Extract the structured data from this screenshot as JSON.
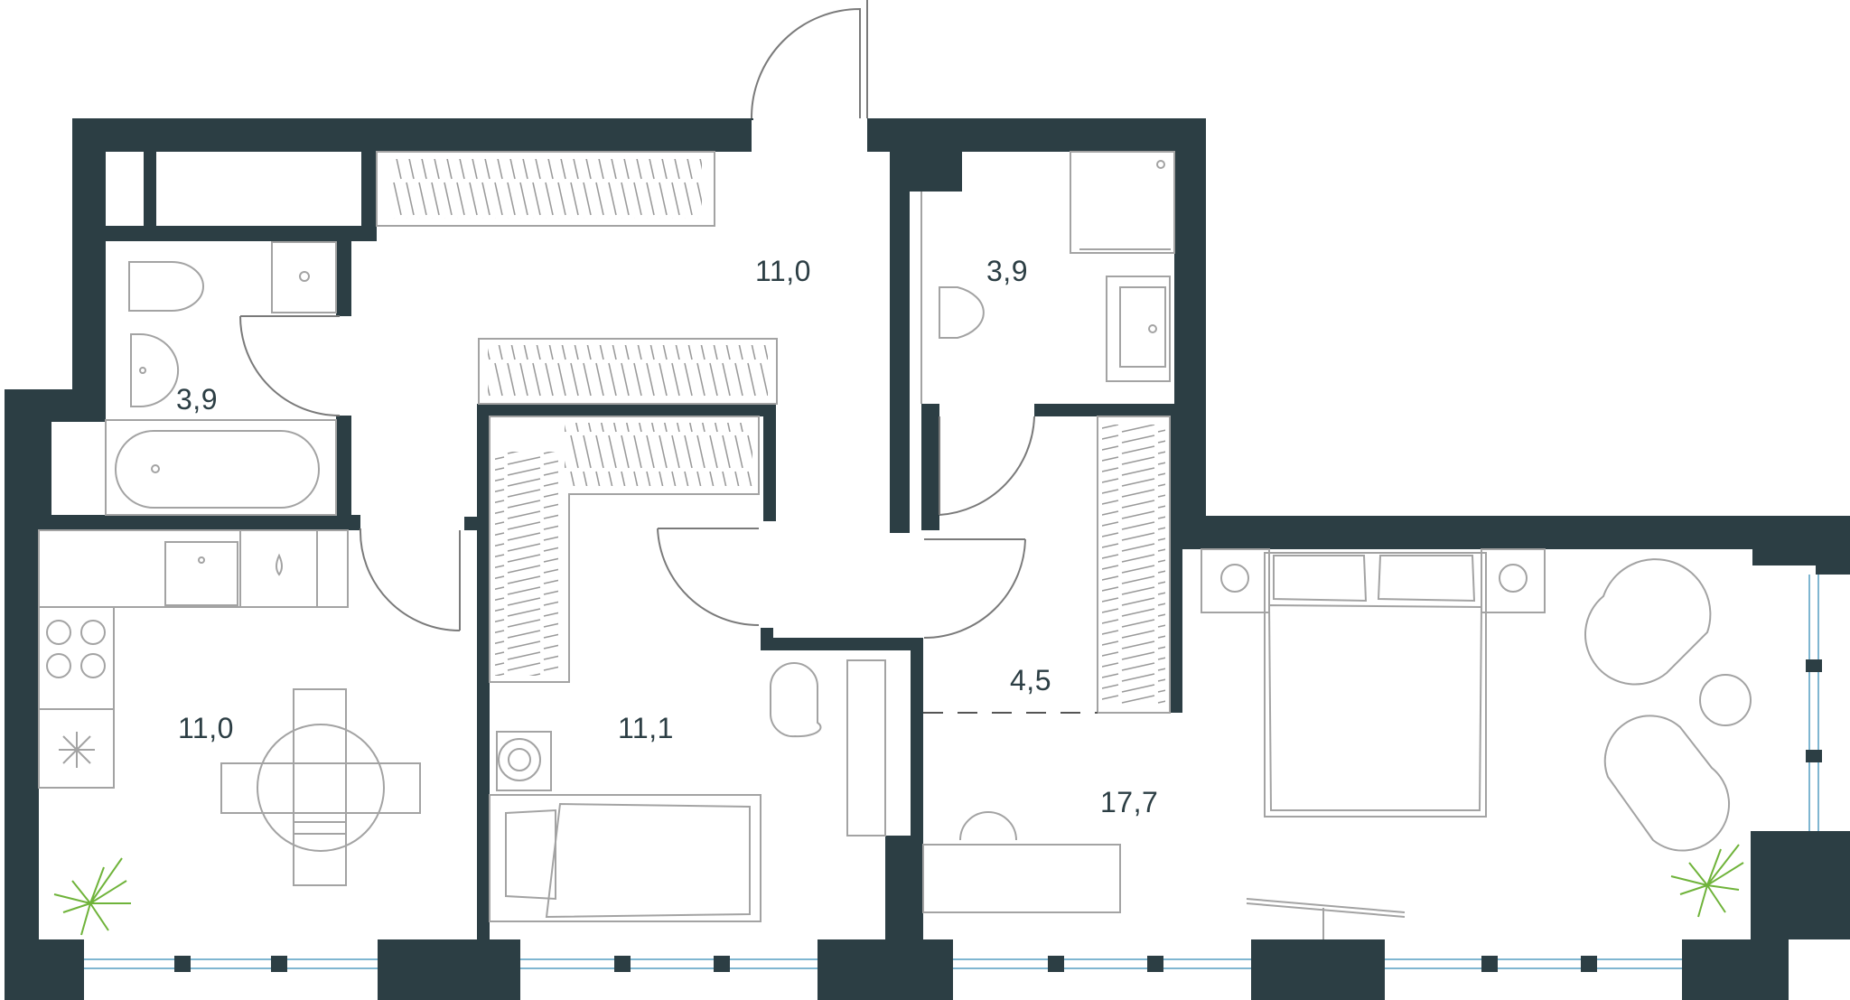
{
  "colors": {
    "wall": "#2c3e44",
    "furniture": "#a3a3a3",
    "window": "#7fb6d1",
    "plant": "#6fb33a"
  },
  "rooms": {
    "hall": {
      "area": "11,0"
    },
    "bathroom_left": {
      "area": "3,9"
    },
    "bathroom_right": {
      "area": "3,9"
    },
    "kitchen": {
      "area": "11,0"
    },
    "bedroom_small": {
      "area": "11,1"
    },
    "wardrobe": {
      "area": "4,5"
    },
    "bedroom_master": {
      "area": "17,7"
    }
  }
}
